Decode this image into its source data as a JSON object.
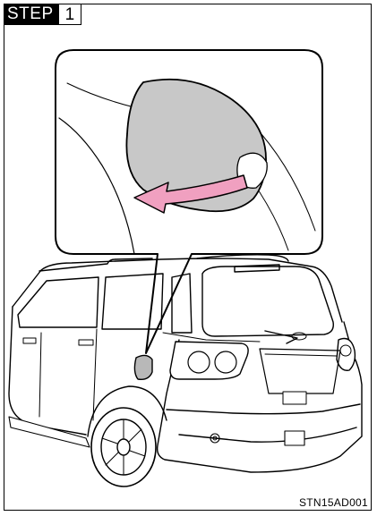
{
  "step": {
    "word": "STEP",
    "number": "1"
  },
  "figure": {
    "code": "STN15AD001",
    "subject": "rear-quarter view of SUV with fuel filler door",
    "callout_subject": "fuel filler door with opening arrow"
  },
  "colors": {
    "door_fill": "#c8c8c8",
    "arrow_fill": "#f0a0c0",
    "line": "#000000"
  }
}
